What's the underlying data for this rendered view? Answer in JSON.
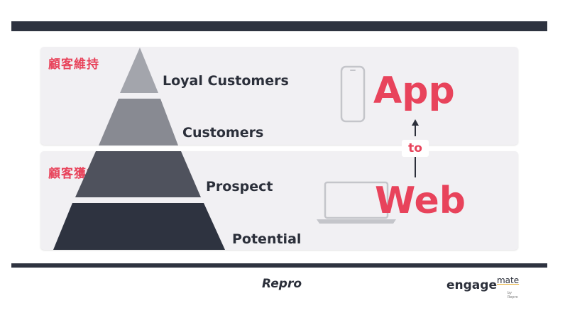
{
  "sections": {
    "retention_label": "顧客維持",
    "acquisition_label": "顧客獲得"
  },
  "pyramid": {
    "tiers": [
      {
        "label": "Loyal Customers",
        "color": "#a3a5ac"
      },
      {
        "label": "Customers",
        "color": "#888a92"
      },
      {
        "label": "Prospect",
        "color": "#4f525d"
      },
      {
        "label": "Potential",
        "color": "#2e3340"
      }
    ]
  },
  "channels": {
    "app_label": "App",
    "connector_label": "to",
    "web_label": "Web"
  },
  "footer": {
    "left_logo": "Repro",
    "right_logo_main": "engage",
    "right_logo_super": "mate",
    "right_logo_sub": "by Repro"
  },
  "colors": {
    "accent": "#e8435b",
    "dark": "#2e3340",
    "panel": "#f1f0f3"
  }
}
